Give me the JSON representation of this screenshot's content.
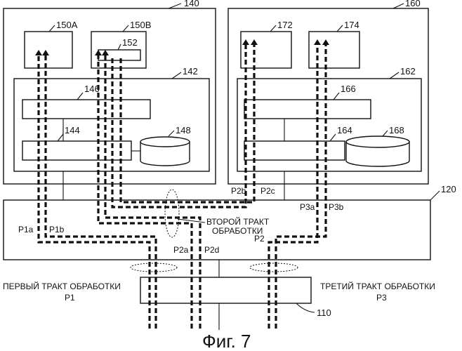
{
  "labels": {
    "n140": "140",
    "n150a": "150A",
    "n150b": "150B",
    "n152": "152",
    "n142": "142",
    "n146": "146",
    "n144": "144",
    "n148": "148",
    "n160": "160",
    "n172": "172",
    "n174": "174",
    "n162": "162",
    "n166": "166",
    "n164": "164",
    "n168": "168",
    "n120": "120",
    "n110": "110"
  },
  "paths": {
    "p1a": "P1a",
    "p1b": "P1b",
    "p2a": "P2a",
    "p2d": "P2d",
    "p2": "P2",
    "p2b": "P2b",
    "p2c": "P2c",
    "p3a": "P3a",
    "p3b": "P3b"
  },
  "captions": {
    "second_line1": "ВТОРОЙ ТРАКТ",
    "second_line2": "ОБРАБОТКИ",
    "first_line1": "ПЕРВЫЙ ТРАКТ ОБРАБОТКИ",
    "first_line2": "P1",
    "third_line1": "ТРЕТИЙ ТРАКТ ОБРАБОТКИ",
    "third_line2": "P3"
  },
  "figure_caption": "Фиг. 7"
}
